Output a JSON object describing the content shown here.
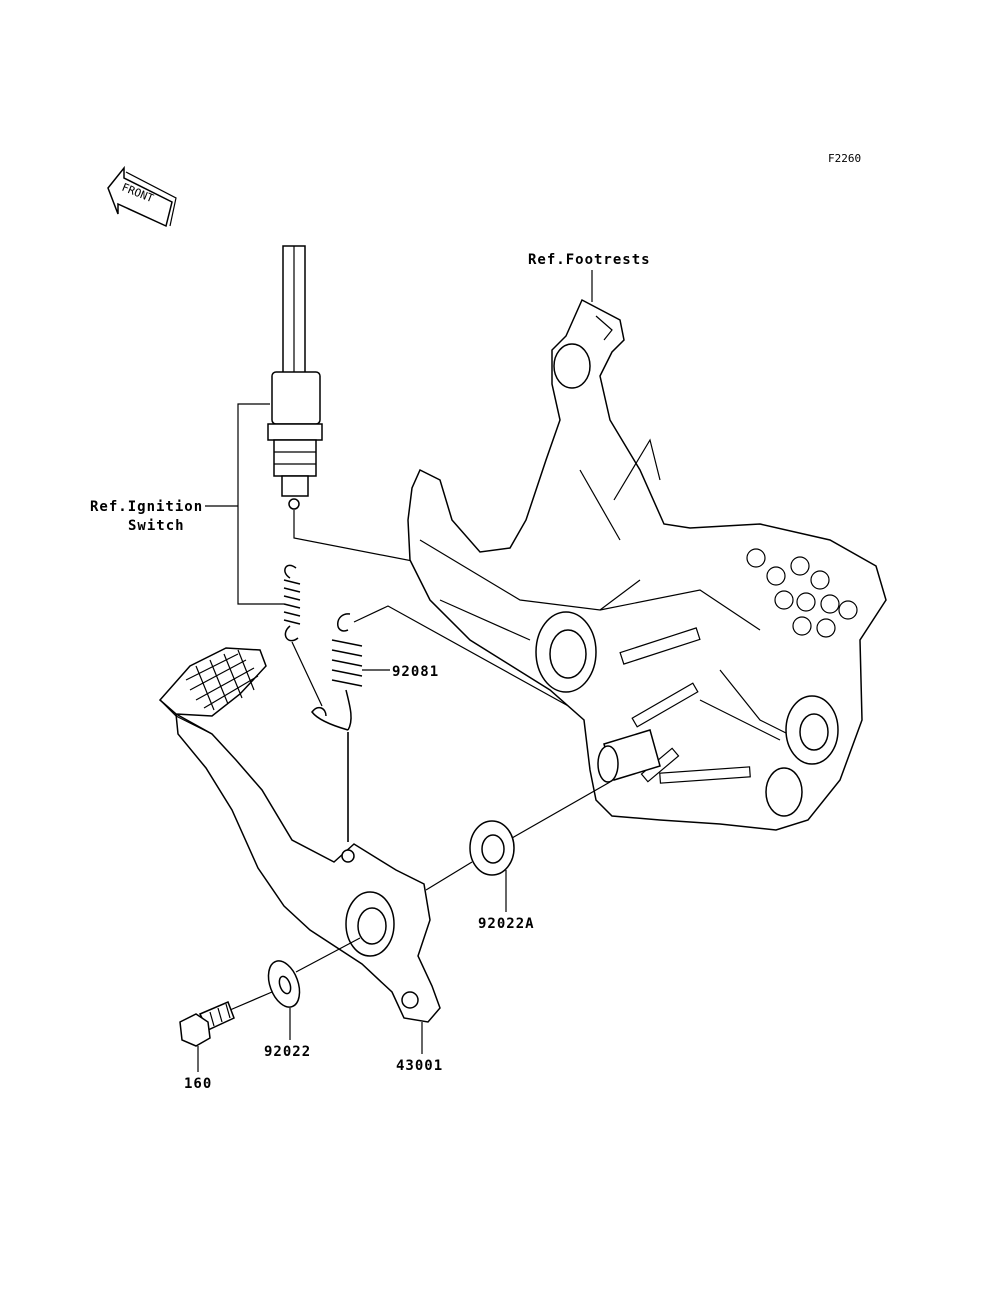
{
  "diagram_code": "F2260",
  "front_arrow_label": "FRONT",
  "labels": {
    "ref_footrests": "Ref.Footrests",
    "ref_ignition_line1": "Ref.Ignition",
    "ref_ignition_line2": "Switch",
    "spring": "92081",
    "washer_a": "92022A",
    "washer": "92022",
    "pedal": "43001",
    "bolt": "160"
  }
}
